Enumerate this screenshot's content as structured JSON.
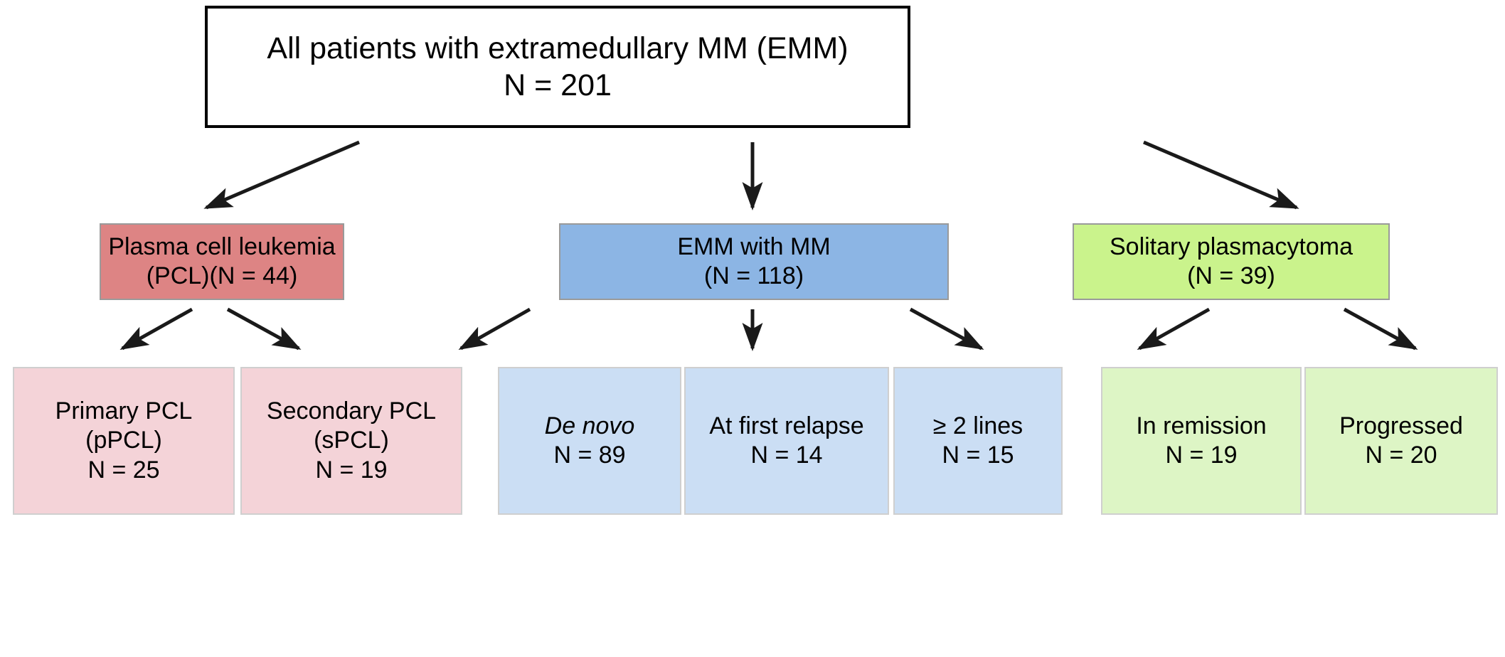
{
  "diagram": {
    "title_node": {
      "id": "all-patients",
      "line1": "All patients with extramedullary MM (EMM)",
      "line2": "N = 201"
    },
    "level2": [
      {
        "id": "pcl",
        "line1": "Plasma cell leukemia",
        "line2": "(PCL)(N = 44)",
        "color": "#dd8484",
        "border": "#9a9a9a"
      },
      {
        "id": "emm-with-mm",
        "line1": "EMM with MM",
        "line2": "(N = 118)",
        "color": "#8cb5e4",
        "border": "#9a9a9a"
      },
      {
        "id": "solitary-plasmacytoma",
        "line1": "Solitary plasmacytoma",
        "line2": "(N = 39)",
        "color": "#caf38c",
        "border": "#9a9a9a"
      }
    ],
    "level3": [
      {
        "id": "primary-pcl",
        "line1": "Primary PCL",
        "line2": "(pPCL)",
        "line3": "N = 25",
        "color": "#f4d3d8",
        "border": "#cfcfcf",
        "italic_first": false
      },
      {
        "id": "secondary-pcl",
        "line1": "Secondary PCL",
        "line2": "(sPCL)",
        "line3": "N = 19",
        "color": "#f4d3d8",
        "border": "#cfcfcf",
        "italic_first": false
      },
      {
        "id": "de-novo",
        "line1": "De novo",
        "line2": "N = 89",
        "line3": "",
        "color": "#cbdef4",
        "border": "#cfcfcf",
        "italic_first": true
      },
      {
        "id": "at-first-relapse",
        "line1": "At first relapse",
        "line2": "N = 14",
        "line3": "",
        "color": "#cbdef4",
        "border": "#cfcfcf",
        "italic_first": false
      },
      {
        "id": "two-or-more-lines",
        "line1": "≥ 2 lines",
        "line2": "N = 15",
        "line3": "",
        "color": "#cbdef4",
        "border": "#cfcfcf",
        "italic_first": false
      },
      {
        "id": "in-remission",
        "line1": "In remission",
        "line2": "N = 19",
        "line3": "",
        "color": "#ddf5c5",
        "border": "#cfcfcf",
        "italic_first": false
      },
      {
        "id": "progressed",
        "line1": "Progressed",
        "line2": "N = 20",
        "line3": "",
        "color": "#ddf5c5",
        "border": "#cfcfcf",
        "italic_first": false
      }
    ],
    "colors": {
      "root_border": "#000000",
      "arrow": "#1a1a1a",
      "background": "#ffffff",
      "pcl_red": "#dd8484",
      "emm_blue": "#8cb5e4",
      "plasmacytoma_green": "#caf38c",
      "pcl_light_pink": "#f4d3d8",
      "emm_light_blue": "#cbdef4",
      "plasmacytoma_light_green": "#ddf5c5"
    }
  }
}
